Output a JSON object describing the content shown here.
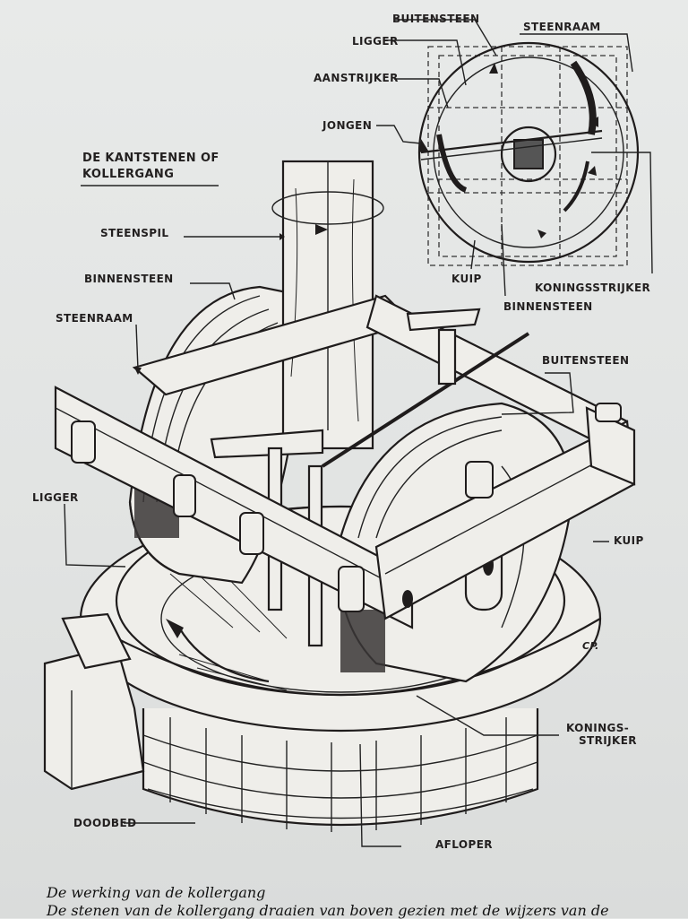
{
  "title": {
    "line1": "DE KANTSTENEN OF",
    "line2": "KOLLERGANG"
  },
  "labels": {
    "buitensteen_top": "BUITENSTEEN",
    "steenraam_top": "STEENRAAM",
    "ligger_top": "LIGGER",
    "aanstrijker": "AANSTRIJKER",
    "jongen": "JONGEN",
    "kuip_top": "KUIP",
    "koningsstrijker_top": "KONINGSSTRIJKER",
    "binnensteen_top": "BINNENSTEEN",
    "steenspil": "STEENSPIL",
    "binnensteen": "BINNENSTEEN",
    "steenraam": "STEENRAAM",
    "buitensteen": "BUITENSTEEN",
    "ligger": "LIGGER",
    "kuip": "KUIP",
    "konings_1": "KONINGS-",
    "konings_2": "STRIJKER",
    "doodbed": "DOODBED",
    "afloper": "AFLOPER",
    "signature": "CP."
  },
  "caption": {
    "line1": "De werking van de kollergang",
    "line2": "De stenen van de kollergang draaien van boven gezien met de wijzers van de"
  }
}
